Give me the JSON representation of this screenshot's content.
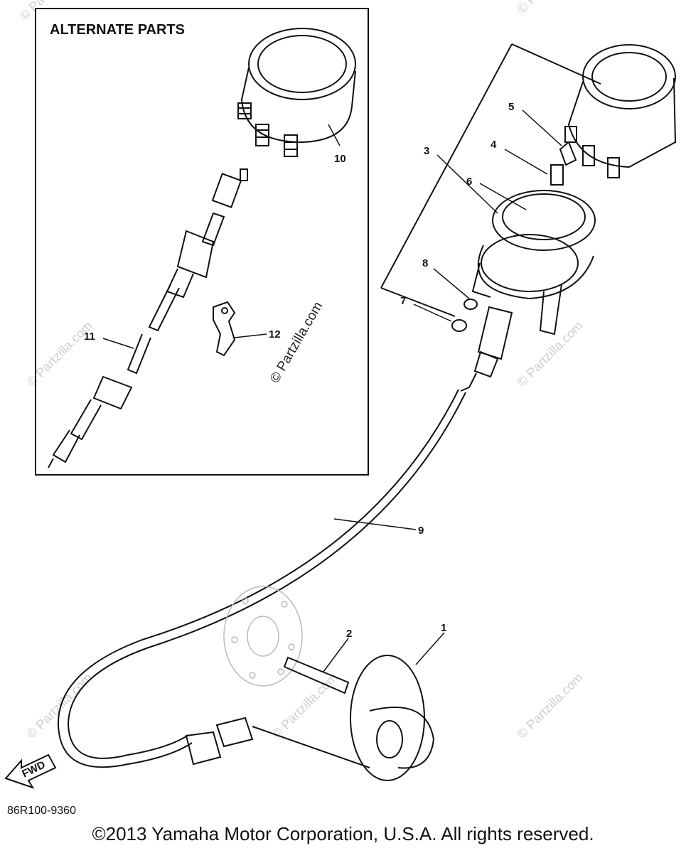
{
  "alternate_parts_title": "ALTERNATE PARTS",
  "callouts": {
    "p1": "1",
    "p2": "2",
    "p3": "3",
    "p4": "4",
    "p5": "5",
    "p6": "6",
    "p7": "7",
    "p8": "8",
    "p9": "9",
    "p10": "10",
    "p11": "11",
    "p12": "12"
  },
  "watermark": "© Partzilla.com",
  "fwd_label": "FWD",
  "diagram_code": "86R100-9360",
  "copyright": "©2013 Yamaha Motor Corporation, U.S.A. All rights reserved.",
  "colors": {
    "ink": "#111111",
    "watermark": "#cfcfcf"
  }
}
